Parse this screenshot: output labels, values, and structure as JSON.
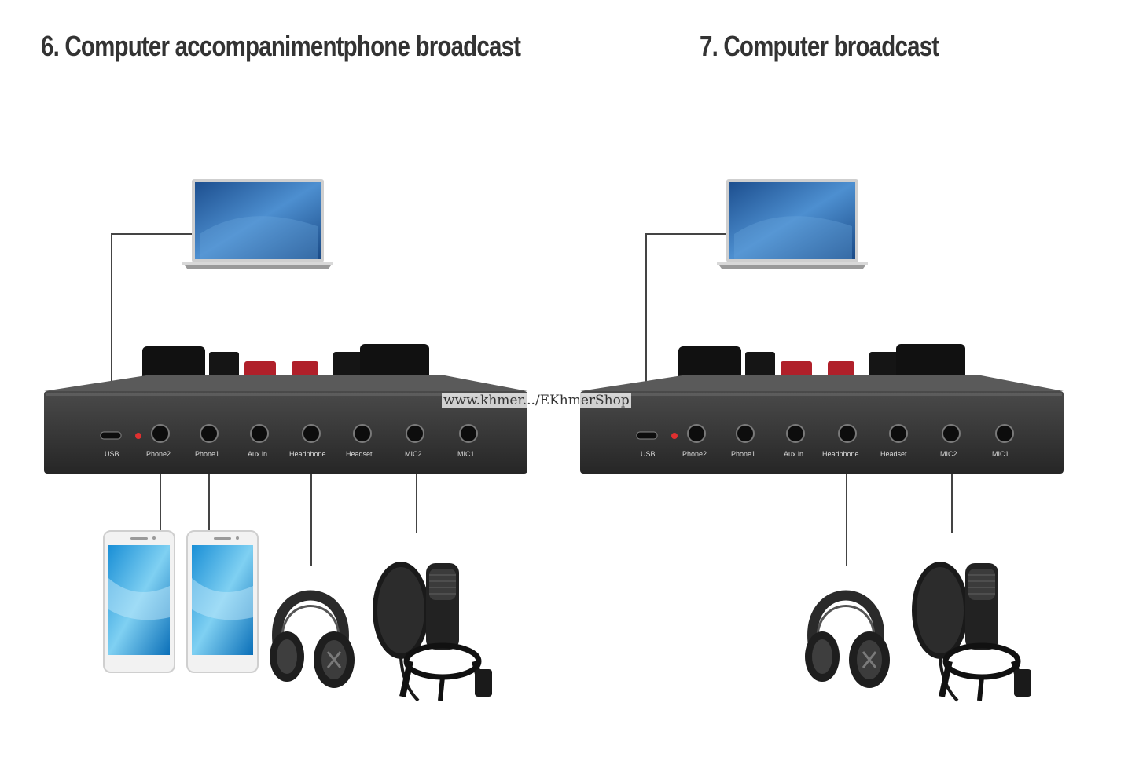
{
  "panels": [
    {
      "title": "6. Computer accompanimentphone broadcast"
    },
    {
      "title": "7. Computer broadcast"
    }
  ],
  "ports": [
    "USB",
    "Phone2",
    "Phone1",
    "Aux in",
    "Headphone",
    "Headset",
    "MIC2",
    "MIC1"
  ],
  "watermark": "www.khmer.../EKhmerShop",
  "colors": {
    "cable": "#444444",
    "body": "#3a3a3a",
    "accent": "#b0202a",
    "screen": "#2f6fb0"
  }
}
